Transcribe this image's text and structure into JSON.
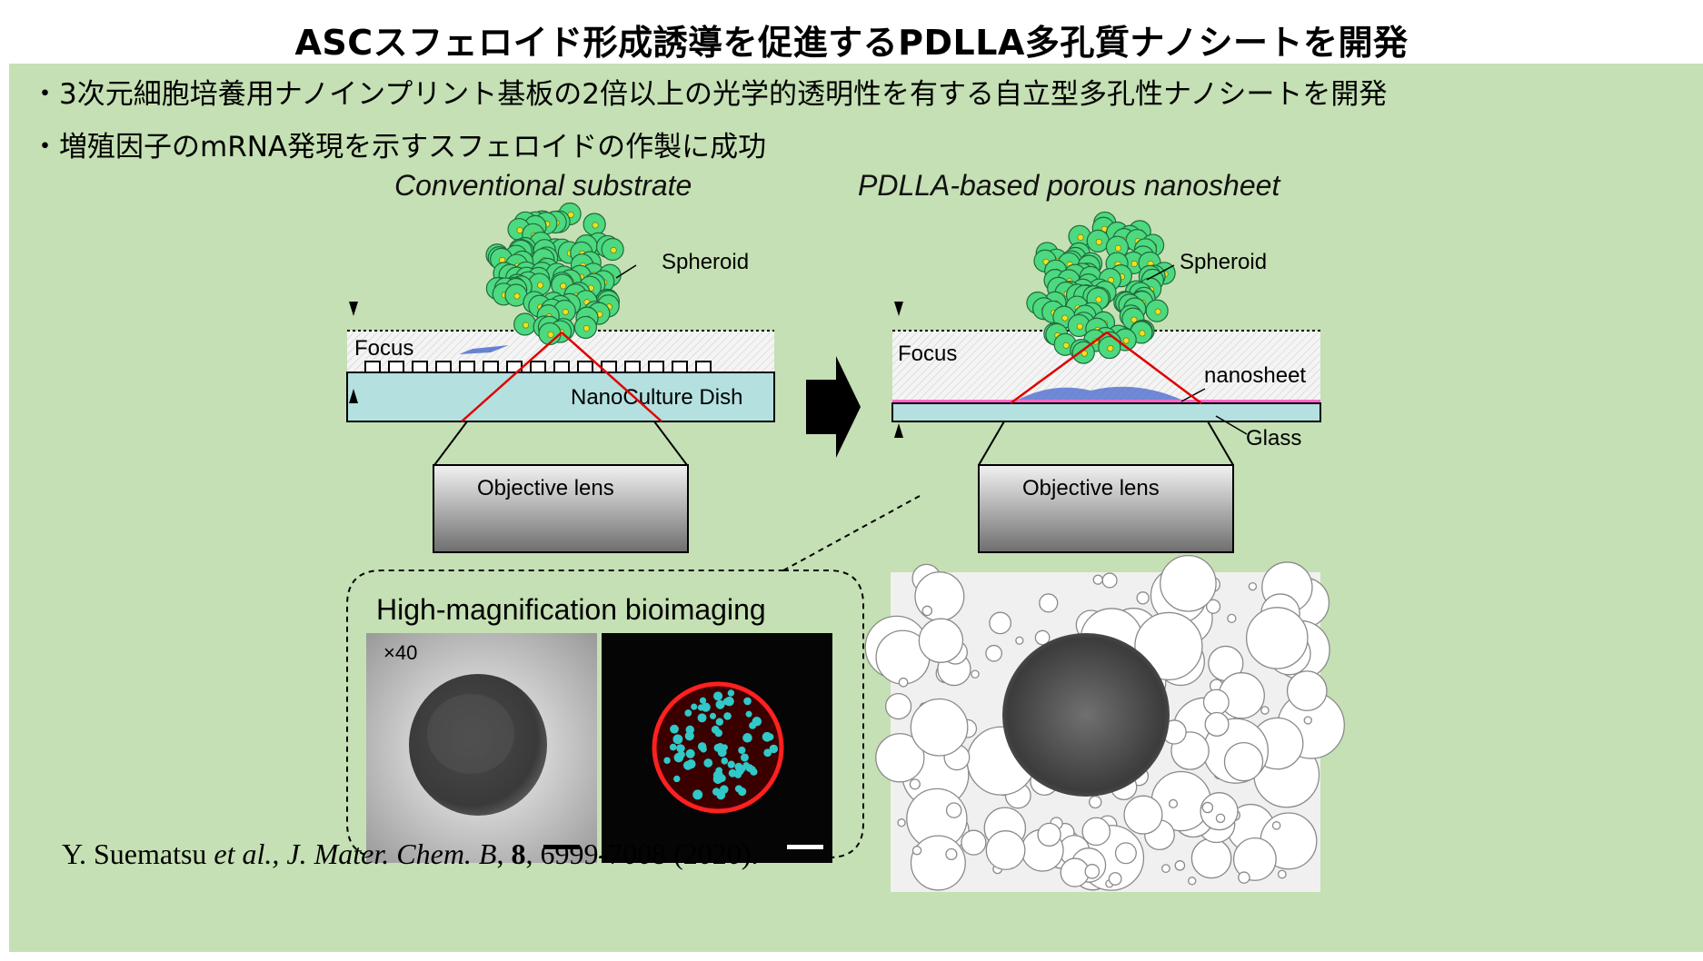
{
  "title": "ASCスフェロイド形成誘導を促進するPDLLA多孔質ナノシートを開発",
  "bullets": [
    "・3次元細胞培養用ナノインプリント基板の2倍以上の光学的透明性を有する自立型多孔性ナノシートを開発",
    "・増殖因子のmRNA発現を示すスフェロイドの作製に成功"
  ],
  "left_diagram": {
    "heading": "Conventional  substrate",
    "focus_label": "Focus",
    "dish_label": "NanoCulture Dish",
    "spheroid_label": "Spheroid",
    "lens_label": "Objective lens"
  },
  "right_diagram": {
    "heading": "PDLLA-based  porous  nanosheet",
    "focus_label": "Focus",
    "nanosheet_label": "nanosheet",
    "glass_label": "Glass",
    "spheroid_label": "Spheroid",
    "lens_label": "Objective lens"
  },
  "imaging": {
    "heading": "High-magnification  bioimaging",
    "magnification": "×40"
  },
  "citation": {
    "authors": "Y. Suematsu ",
    "etal": "et al., J. Mater. Chem. B",
    "sep1": ", ",
    "volume": "8",
    "rest": ", 6999-7008 (2020)."
  },
  "colors": {
    "panel_bg": "#c5e0b4",
    "cell_fill": "#4cd980",
    "cell_nucleus": "#f0e020",
    "dish_fill": "#b4e0e0",
    "focus_ray": "#e00000",
    "nanosheet": "#ff66cc",
    "fluor_membrane": "#ff2020",
    "fluor_nuclei": "#30c8c8"
  }
}
